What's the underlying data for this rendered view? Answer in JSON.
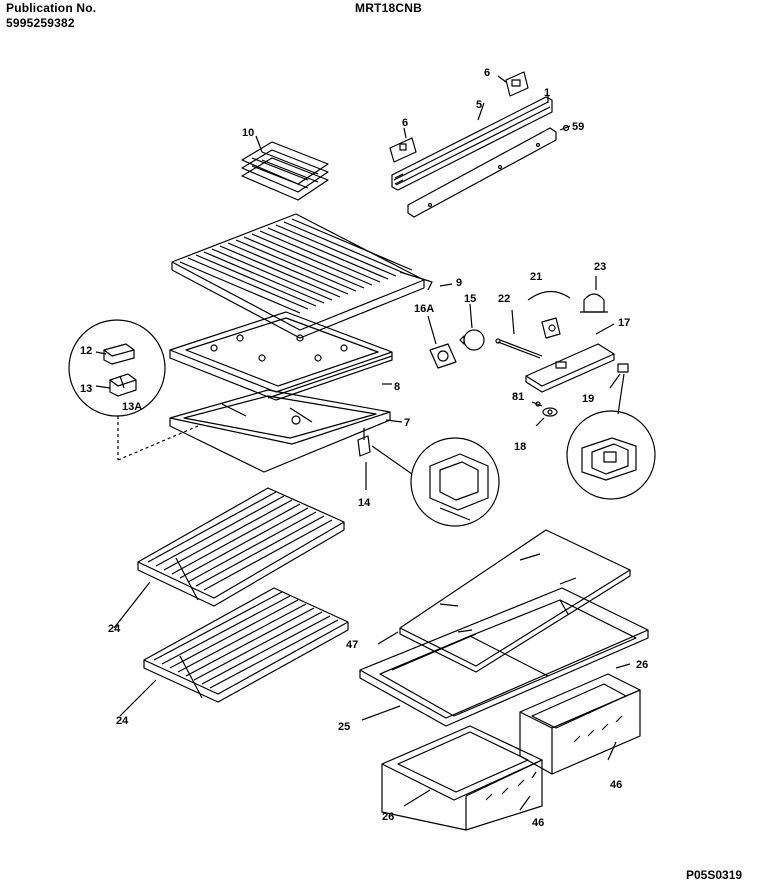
{
  "header": {
    "publication_label": "Publication No.",
    "publication_number": "5995259382",
    "model": "MRT18CNB"
  },
  "figure_code": "P05S0319",
  "callouts": [
    "6",
    "5",
    "1",
    "59",
    "6",
    "10",
    "9",
    "21",
    "23",
    "22",
    "15",
    "16A",
    "17",
    "12",
    "13",
    "13A",
    "8",
    "81",
    "19",
    "7",
    "18",
    "14",
    "24",
    "47",
    "24",
    "26",
    "25",
    "46",
    "26",
    "46"
  ]
}
